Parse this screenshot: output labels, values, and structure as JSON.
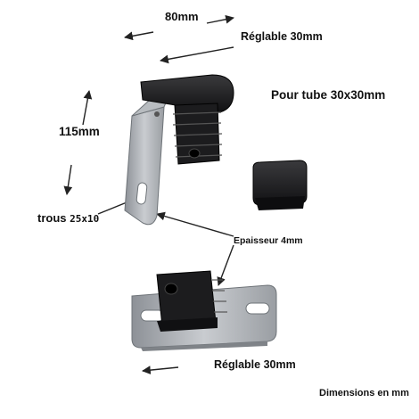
{
  "labels": {
    "width": "80mm",
    "adjust_top": "Réglable 30mm",
    "tube": "Pour tube 30x30mm",
    "height": "115mm",
    "holes_word": "trous",
    "holes_size": "25x10",
    "thickness": "Epaisseur 4mm",
    "adjust_bottom": "Réglable 30mm",
    "units": "Dimensions en mm"
  },
  "colors": {
    "steel": "#a9adb2",
    "steel_dark": "#6e7378",
    "plastic": "#1b1b1d",
    "text": "#111111"
  }
}
